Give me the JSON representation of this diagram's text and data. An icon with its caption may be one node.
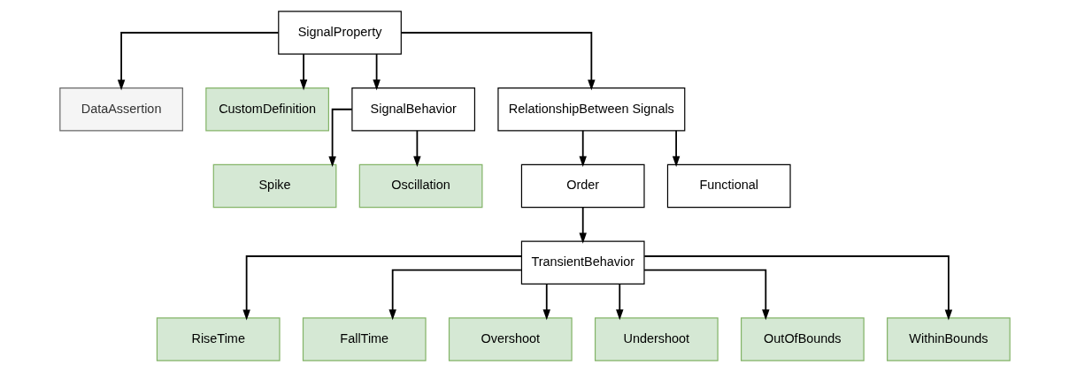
{
  "diagram": {
    "nodes": [
      {
        "text": [
          "SignalProperty"
        ]
      },
      {
        "text": [
          "DataAssertion"
        ]
      },
      {
        "text": [
          "CustomDefinition"
        ]
      },
      {
        "text": [
          "SignalBehavior"
        ]
      },
      {
        "text": [
          "RelationshipBetween Signals"
        ]
      },
      {
        "text": [
          "Spike"
        ]
      },
      {
        "text": [
          "Oscillation"
        ]
      },
      {
        "text": [
          "Order"
        ]
      },
      {
        "text": [
          "Functional"
        ]
      },
      {
        "text": [
          "TransientBehavior"
        ]
      },
      {
        "text": [
          "RiseTime"
        ]
      },
      {
        "text": [
          "FallTime"
        ]
      },
      {
        "text": [
          "Overshoot"
        ]
      },
      {
        "text": [
          "Undershoot"
        ]
      },
      {
        "text": [
          "OutOfBounds"
        ]
      },
      {
        "text": [
          "WithinBounds"
        ]
      }
    ],
    "edges": [
      {
        "from": 0,
        "to": 1,
        "arrow": "to"
      },
      {
        "from": 0,
        "to": 2,
        "arrow": "to"
      },
      {
        "from": 0,
        "to": 3,
        "arrow": "to"
      },
      {
        "from": 0,
        "to": 4,
        "arrow": "to"
      },
      {
        "from": 3,
        "to": 5,
        "arrow": "to"
      },
      {
        "from": 3,
        "to": 6,
        "arrow": "to"
      },
      {
        "from": 4,
        "to": 7,
        "arrow": "to"
      },
      {
        "from": 4,
        "to": 8,
        "arrow": "to"
      },
      {
        "from": 7,
        "to": 9,
        "arrow": "to"
      },
      {
        "from": 9,
        "to": 10,
        "arrow": "to"
      },
      {
        "from": 9,
        "to": 11,
        "arrow": "to"
      },
      {
        "from": 9,
        "to": 12,
        "arrow": "to"
      },
      {
        "from": 9,
        "to": 13,
        "arrow": "to"
      },
      {
        "from": 9,
        "to": 14,
        "arrow": "to"
      },
      {
        "from": 9,
        "to": 15,
        "arrow": "to"
      }
    ]
  }
}
